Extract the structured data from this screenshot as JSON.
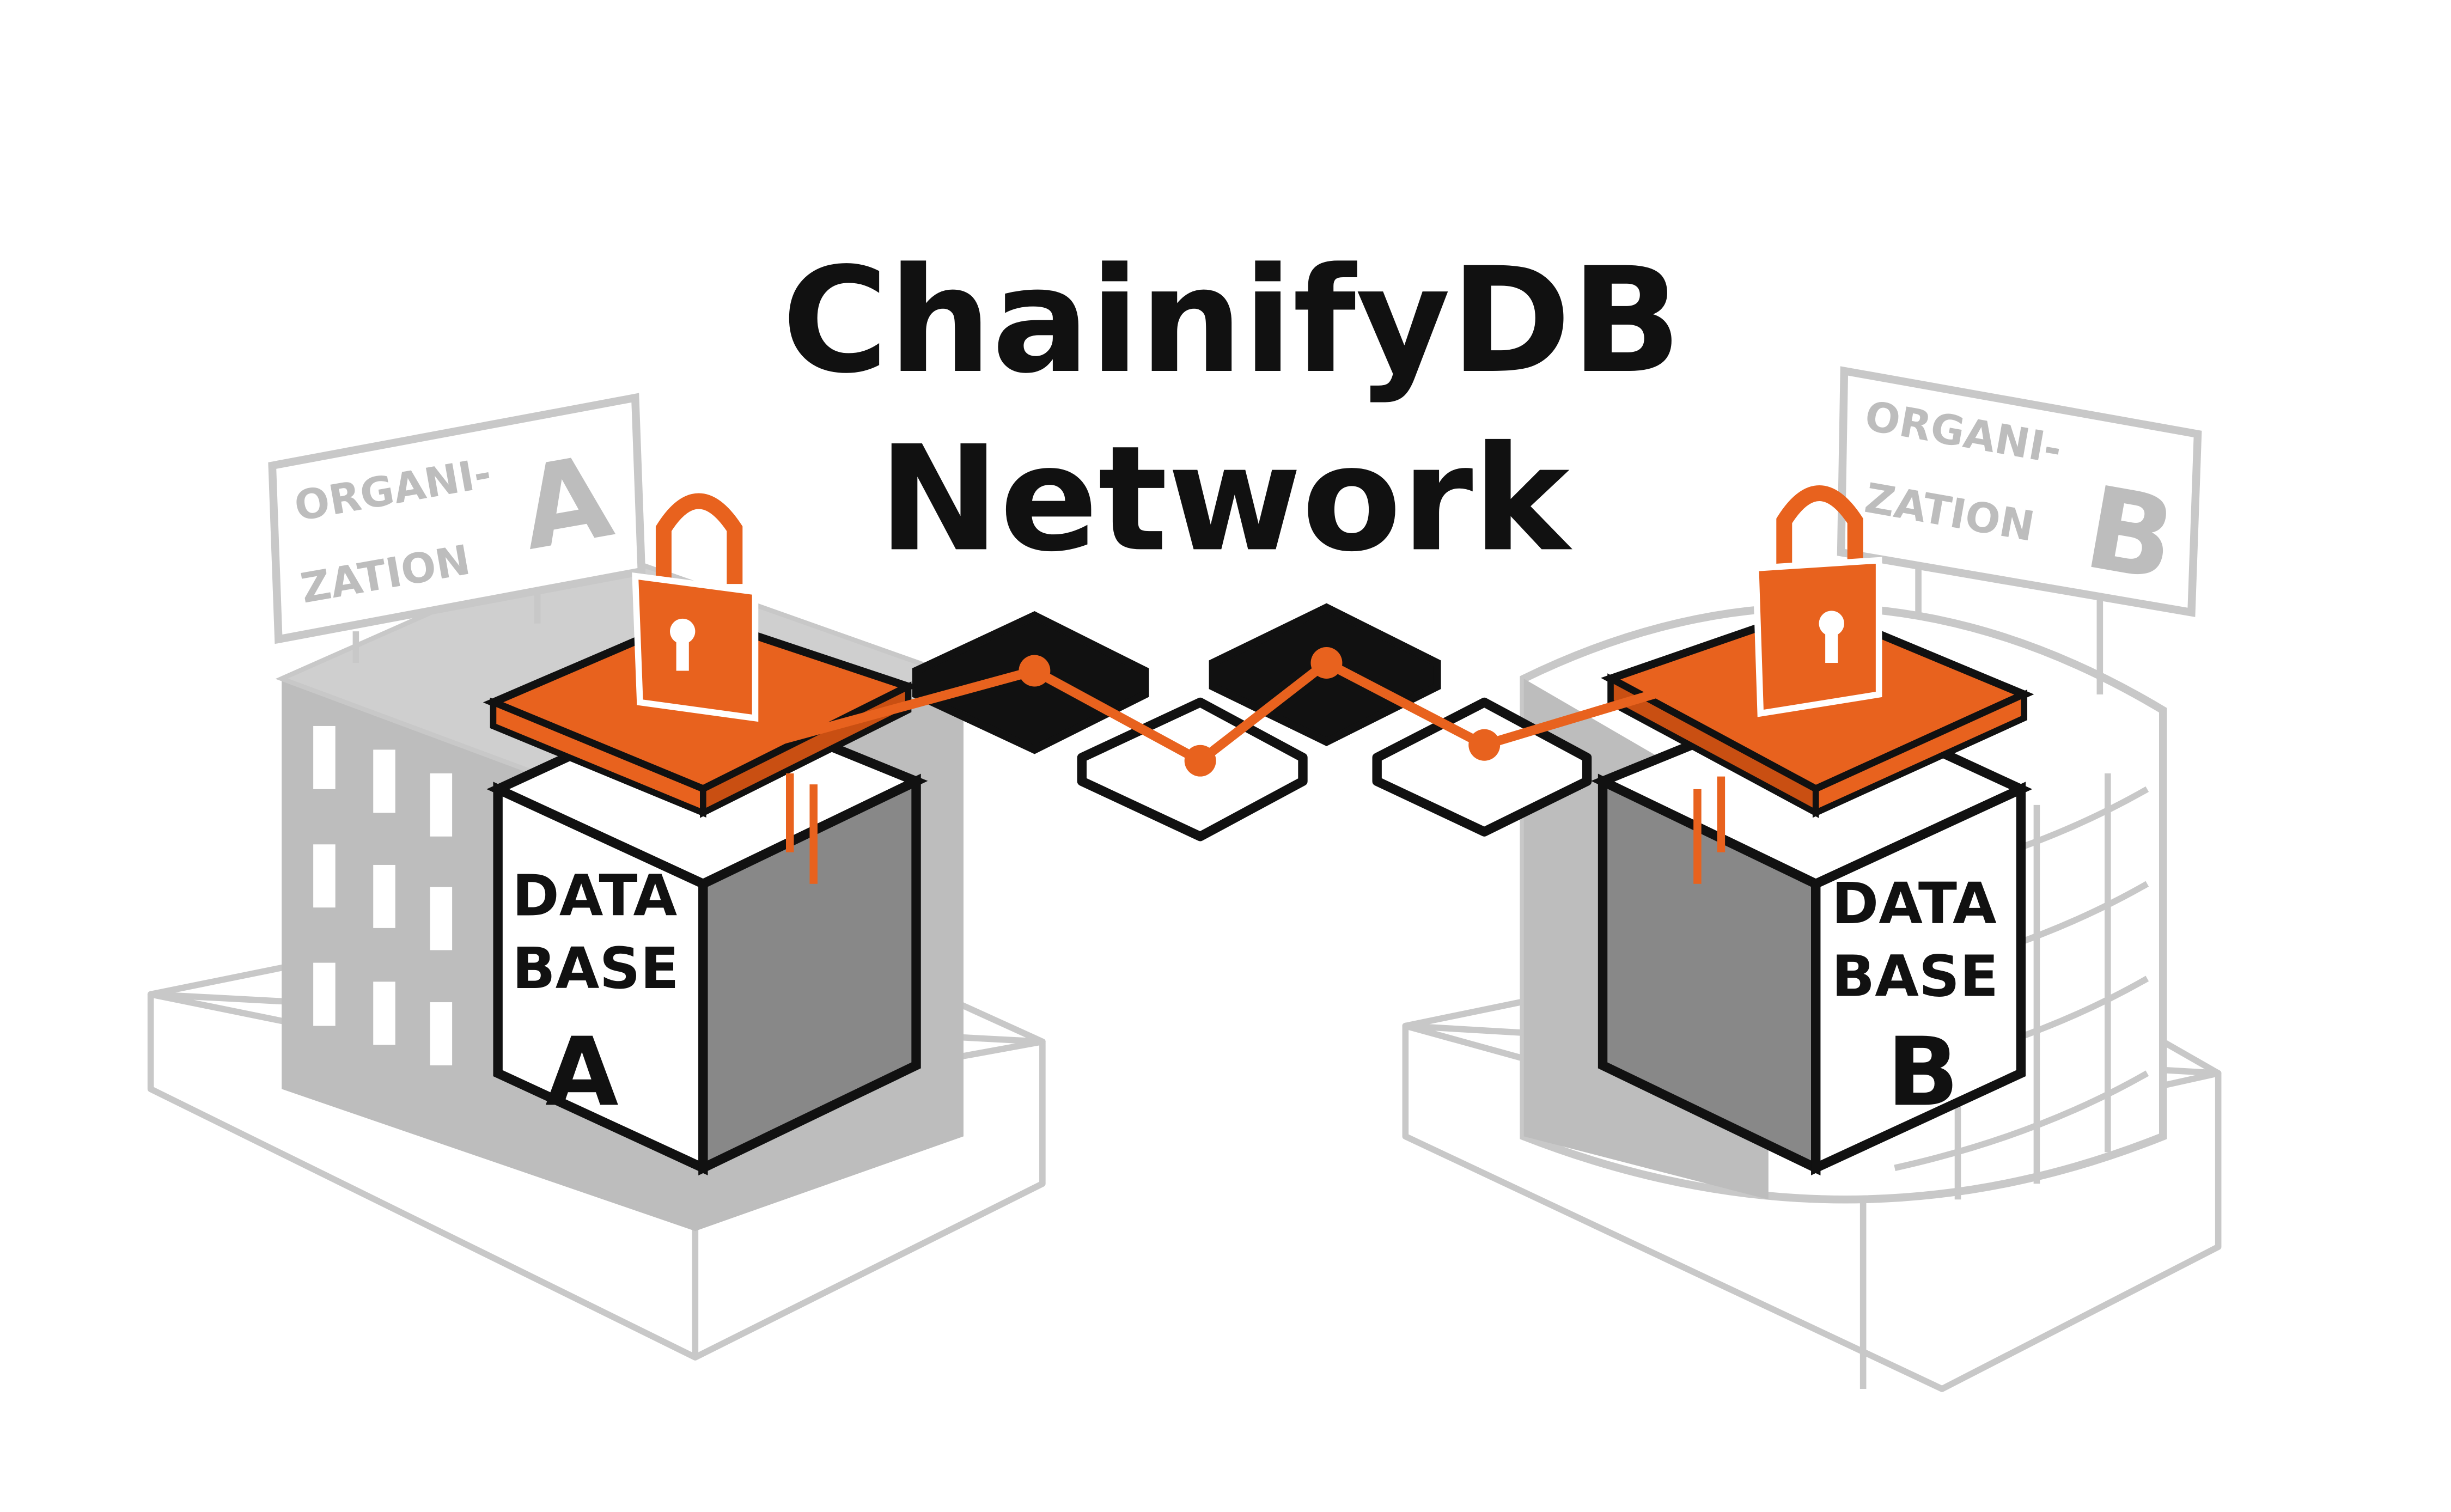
{
  "title": {
    "line1": "ChainifyDB",
    "line2": "Network"
  },
  "organizations": [
    {
      "sign_line1": "ORGANI-",
      "sign_line2": "ZATION",
      "letter": "A",
      "database": {
        "line1": "DATA",
        "line2": "BASE",
        "letter": "A"
      }
    },
    {
      "sign_line1": "ORGANI-",
      "sign_line2": "ZATION",
      "letter": "B",
      "database": {
        "line1": "DATA",
        "line2": "BASE",
        "letter": "B"
      }
    }
  ],
  "colors": {
    "accent": "#E8621E",
    "building": "#bdbdbd",
    "ink": "#111111"
  }
}
